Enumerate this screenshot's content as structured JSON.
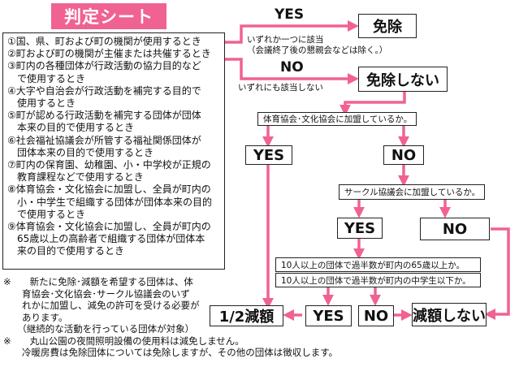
{
  "title": "判定シート",
  "criteria": [
    "①国、県、町および町の機関が使用するとき",
    "②町および町の機関が主催または共催するとき",
    "③町内の各種団体が行政活動の協力目的など",
    "　で使用するとき",
    "④大字や自治会が行政活動を補完する目的で",
    "　使用するとき",
    "⑤町が認める行政活動を補完する団体が団体",
    "　本来の目的で使用するとき",
    "⑥社会福祉協議会が所管する福祉関係団体が",
    "　団体本来の目的で使用するとき",
    "⑦町内の保育園、幼稚園、小・中学校が正規の",
    "　教育課程などで使用するとき",
    "⑧体育協会・文化協会に加盟し、全員が町内の",
    "　小・中学生で組織する団体が団体本来の目的",
    "　で使用するとき",
    "⑨体育協会・文化協会に加盟し、全員が町内の",
    "　65歳以上の高齢者で組織する団体が団体本",
    "　来の目的で使用するとき"
  ],
  "flow": {
    "yes_top": "YES",
    "yes_top_note1": "いずれか一つに該当",
    "yes_top_note2": "（会議終了後の懇親会などは除く。）",
    "exempt": "免除",
    "no_top": "NO",
    "no_top_note": "いずれにも該当しない",
    "not_exempt": "免除しない",
    "q_sports": "体育協会･文化協会に加盟しているか。",
    "yes_left": "YES",
    "no_mid": "NO",
    "q_circle": "サークル協議会に加盟しているか。",
    "yes_mid": "YES",
    "no_right": "NO",
    "q_elderly": "10人以上の団体で過半数が町内の65歳以上か。",
    "q_students": "10人以上の団体で過半数が町内の中学生以下か。",
    "half": "1/2減額",
    "yes_bottom": "YES",
    "no_bottom": "NO",
    "no_reduction": "減額しない"
  },
  "notes": [
    "※　　新たに免除･減額を希望する団体は、体",
    "　　育協会･文化協会･サークル協議会のいず",
    "　　れかに加盟し、減免の許可を受ける必要が",
    "　　あります。",
    "　　（継続的な活動を行っている団体が対象）",
    "※　　丸山公園の夜間照明設備の使用料は減免しません。",
    "　　冷暖房費は免除団体については免除しますが、その他の団体は徴収します。"
  ],
  "colors": {
    "accent": "#f06292",
    "border": "#222222"
  }
}
